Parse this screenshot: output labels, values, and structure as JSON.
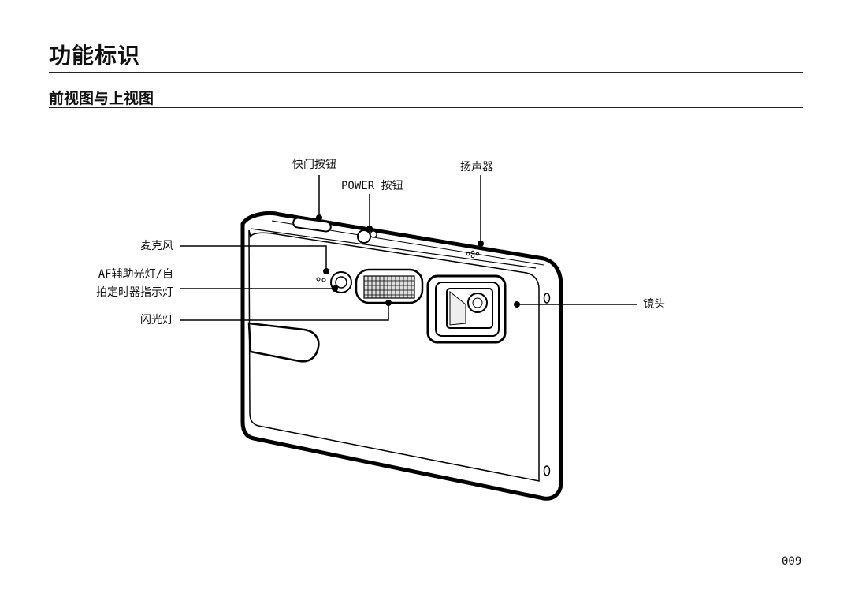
{
  "page": {
    "title": "功能标识",
    "section_title": "前视图与上视图",
    "page_number": "009"
  },
  "figure": {
    "labels": {
      "shutter_button": "快门按钮",
      "power_button": "POWER 按钮",
      "speaker": "扬声器",
      "microphone": "麦克风",
      "af_lamp_line1": "AF辅助光灯/自",
      "af_lamp_line2": "拍定时器指示灯",
      "flash": "闪光灯",
      "lens": "镜头"
    }
  }
}
